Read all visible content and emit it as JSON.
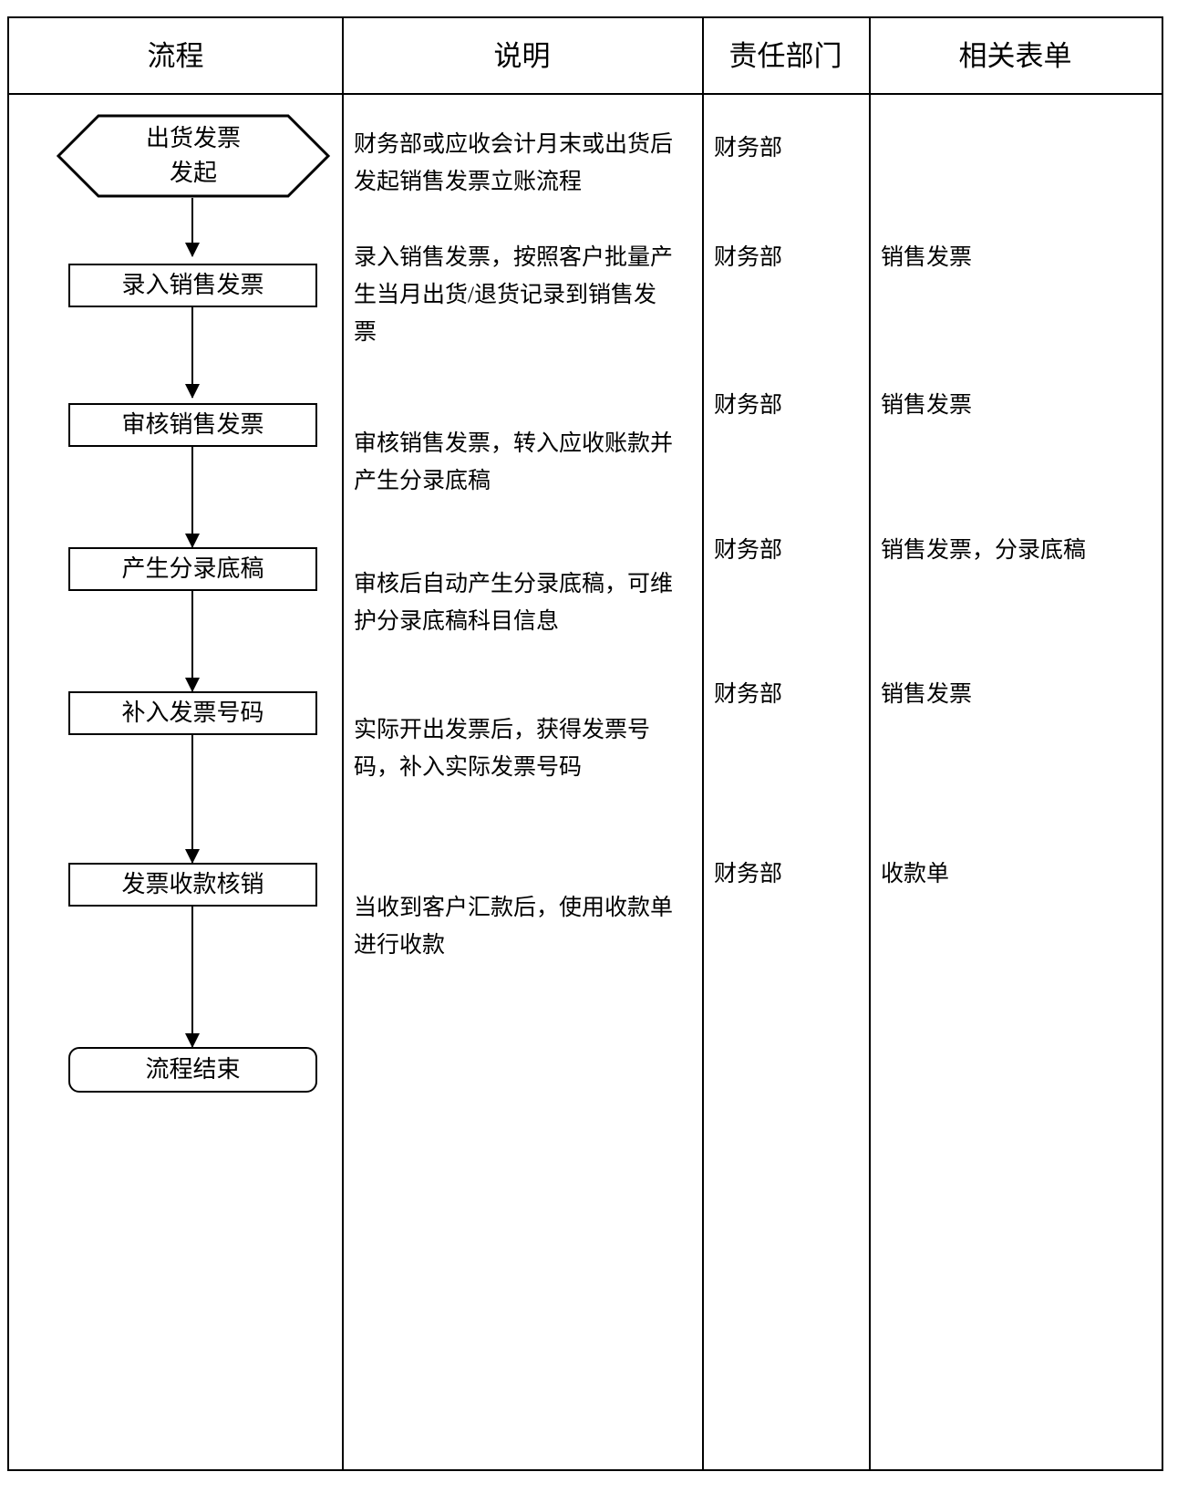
{
  "table": {
    "headers": [
      {
        "label": "流程"
      },
      {
        "label": "说明"
      },
      {
        "label": "责任部门"
      },
      {
        "label": "相关表单"
      }
    ]
  },
  "flowchart": {
    "type": "flowchart",
    "orientation": "vertical",
    "nodes": [
      {
        "id": "start",
        "shape": "hexagon",
        "label_line1": "出货发票",
        "label_line2": "发起"
      },
      {
        "id": "step1",
        "shape": "rectangle",
        "label": "录入销售发票"
      },
      {
        "id": "step2",
        "shape": "rectangle",
        "label": "审核销售发票"
      },
      {
        "id": "step3",
        "shape": "rectangle",
        "label": "产生分录底稿"
      },
      {
        "id": "step4",
        "shape": "rectangle",
        "label": "补入发票号码"
      },
      {
        "id": "step5",
        "shape": "rectangle",
        "label": "发票收款核销"
      },
      {
        "id": "end",
        "shape": "terminator",
        "label": "流程结束"
      }
    ],
    "edges": [
      {
        "from": "start",
        "to": "step1",
        "arrow": "down"
      },
      {
        "from": "step1",
        "to": "step2",
        "arrow": "down"
      },
      {
        "from": "step2",
        "to": "step3",
        "arrow": "down"
      },
      {
        "from": "step3",
        "to": "step4",
        "arrow": "down"
      },
      {
        "from": "step4",
        "to": "step5",
        "arrow": "down"
      },
      {
        "from": "step5",
        "to": "end",
        "arrow": "down"
      }
    ]
  },
  "rows": [
    {
      "node": "出货发票发起",
      "description": "财务部或应收会计月末或出货后发起销售发票立账流程",
      "department": "财务部",
      "form": ""
    },
    {
      "node": "录入销售发票",
      "description": "录入销售发票，按照客户批量产生当月出货/退货记录到销售发票",
      "department": "财务部",
      "form": "销售发票"
    },
    {
      "node": "审核销售发票",
      "description": "审核销售发票，转入应收账款并产生分录底稿",
      "department": "财务部",
      "form": "销售发票"
    },
    {
      "node": "产生分录底稿",
      "description": "审核后自动产生分录底稿，可维护分录底稿科目信息",
      "department": "财务部",
      "form": "销售发票，分录底稿"
    },
    {
      "node": "补入发票号码",
      "description": "实际开出发票后，获得发票号码，补入实际发票号码",
      "department": "财务部",
      "form": "销售发票"
    },
    {
      "node": "发票收款核销",
      "description": "当收到客户汇款后，使用收款单进行收款",
      "department": "财务部",
      "form": "收款单"
    },
    {
      "node": "流程结束",
      "description": "",
      "department": "",
      "form": ""
    }
  ]
}
